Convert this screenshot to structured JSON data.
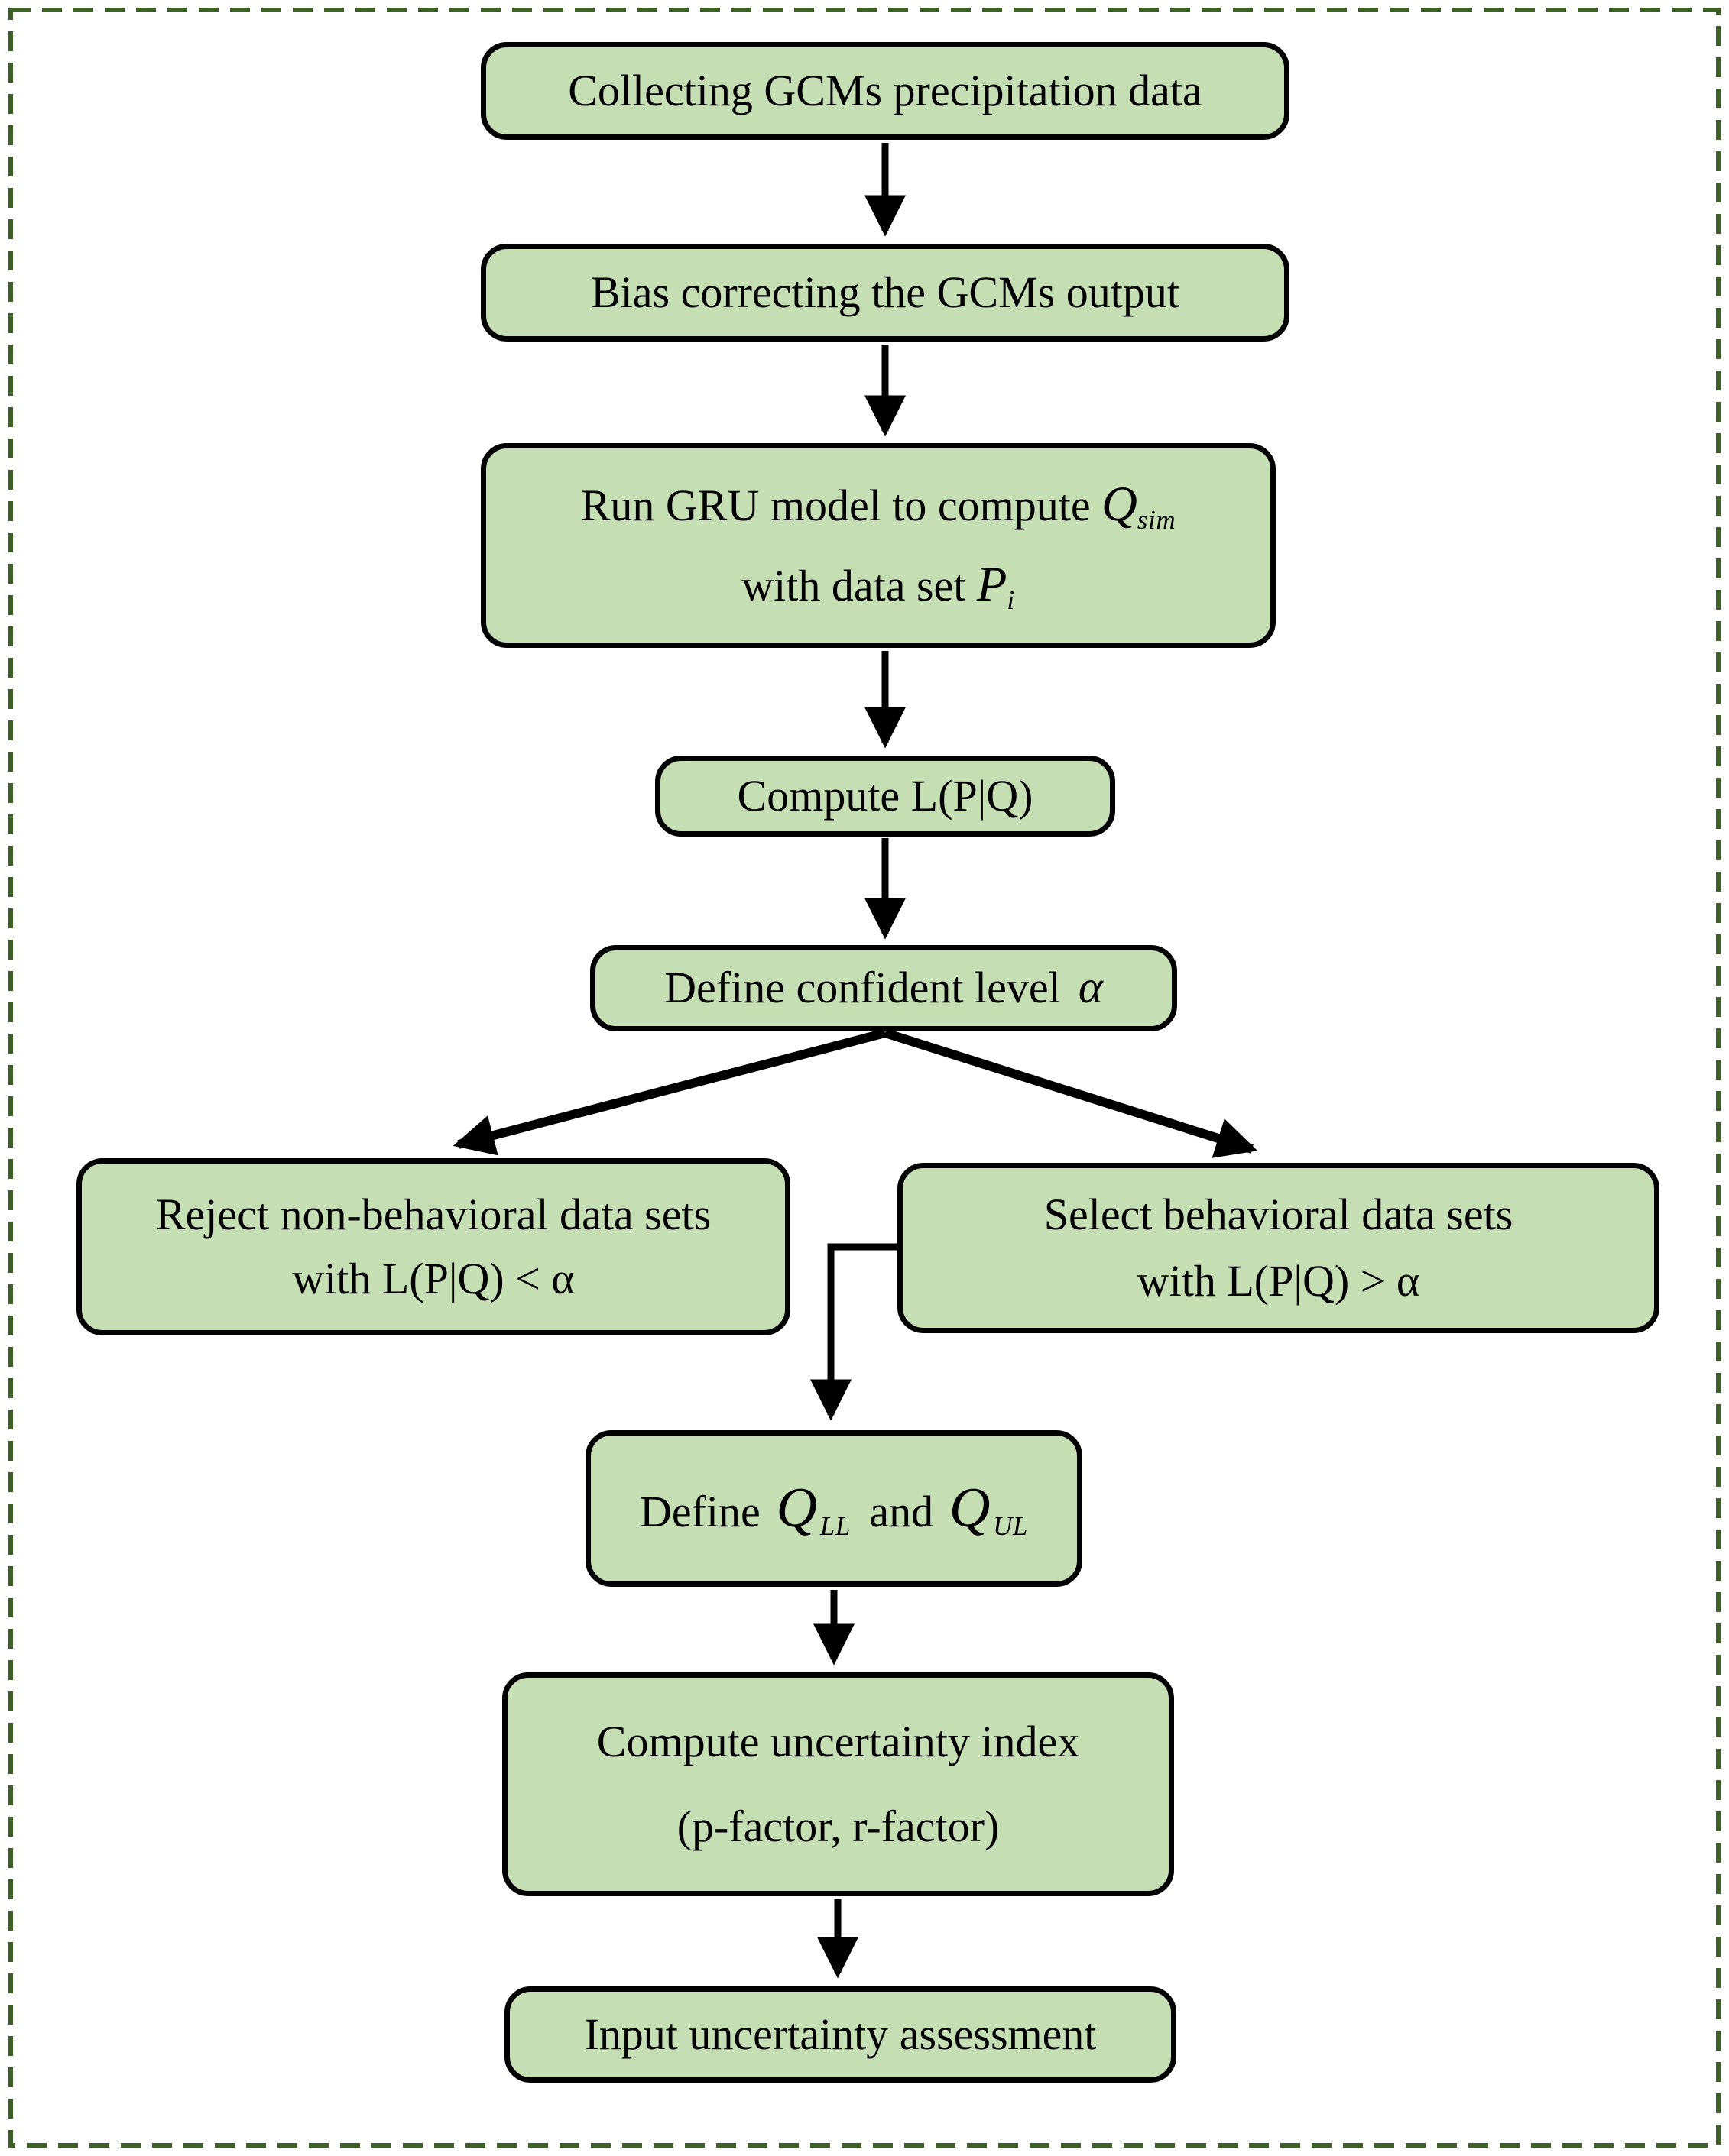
{
  "colors": {
    "node_fill": "#c6deb3",
    "node_border": "#000000",
    "arrow": "#000000",
    "frame_dash": "#3c6026",
    "background": "#ffffff"
  },
  "nodes": {
    "collect": {
      "label": "Collecting GCMs precipitation data"
    },
    "bias": {
      "label": "Bias correcting the GCMs output"
    },
    "run_gru": {
      "line1_text": "Run GRU model to compute",
      "line1_var": "Q",
      "line1_sub": "sim",
      "line2_text": "with data set",
      "line2_var": "P",
      "line2_sub": "i"
    },
    "compute_likelihood": {
      "label": "Compute L(P|Q)"
    },
    "confidence": {
      "text": "Define confident level",
      "var": "α"
    },
    "reject": {
      "line1": "Reject non-behavioral data sets",
      "line2": "with L(P|Q) < α"
    },
    "select": {
      "line1": "Select behavioral data sets",
      "line2": "with L(P|Q) > α"
    },
    "define_limits": {
      "text1": "Define",
      "var1": "Q",
      "sub1": "LL",
      "text2": "and",
      "var2": "Q",
      "sub2": "UL"
    },
    "uncertainty_index": {
      "line1": "Compute uncertainty index",
      "line2": "(p-factor, r-factor)"
    },
    "assessment": {
      "label": "Input uncertainty assessment"
    }
  }
}
